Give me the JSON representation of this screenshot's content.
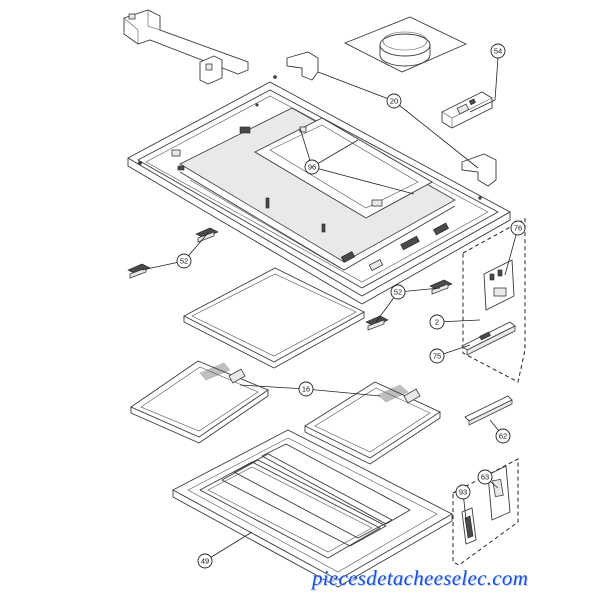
{
  "callouts": [
    {
      "id": "c54",
      "label": "54"
    },
    {
      "id": "c20",
      "label": "20"
    },
    {
      "id": "c96",
      "label": "96"
    },
    {
      "id": "c76",
      "label": "76"
    },
    {
      "id": "c52a",
      "label": "52"
    },
    {
      "id": "c52b",
      "label": "52"
    },
    {
      "id": "c2",
      "label": "2"
    },
    {
      "id": "c75",
      "label": "75"
    },
    {
      "id": "c16",
      "label": "16"
    },
    {
      "id": "c62",
      "label": "62"
    },
    {
      "id": "c63",
      "label": "63"
    },
    {
      "id": "c93",
      "label": "93"
    },
    {
      "id": "c49",
      "label": "49"
    }
  ],
  "watermark": "piecesdetacheeselec.com"
}
